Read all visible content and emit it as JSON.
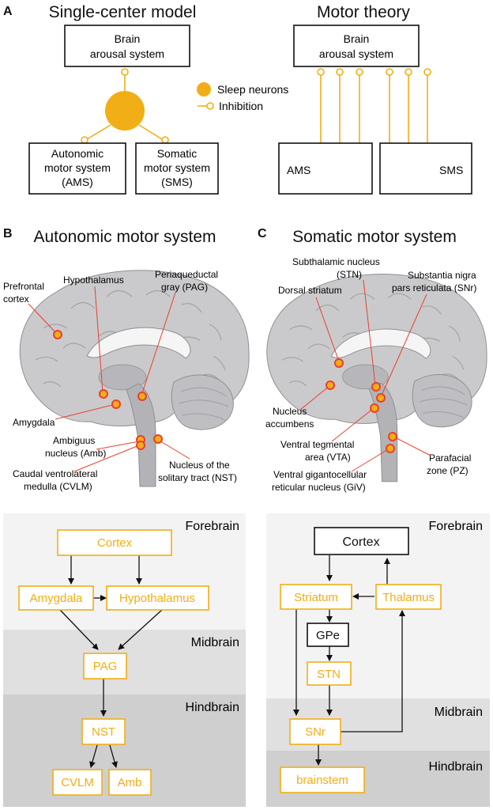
{
  "colors": {
    "accent": "#f2ae16",
    "dot_red": "#e8402c",
    "brain_fill": "#c9c9cb",
    "forebrain_band": "#f3f3f3",
    "midbrain_band": "#e0e0e0",
    "hindbrain_band": "#cfcfcf"
  },
  "panel_a": {
    "letter": "A",
    "left_title": "Single-center model",
    "right_title": "Motor theory",
    "brain_box_line1": "Brain",
    "brain_box_line2": "arousal system",
    "ams_line1": "Autonomic",
    "ams_line2": "motor system",
    "ams_line3": "(AMS)",
    "sms_line1": "Somatic",
    "sms_line2": "motor system",
    "sms_line3": "(SMS)",
    "legend_sleep": "Sleep neurons",
    "legend_inhibition": "Inhibition",
    "ams_short": "AMS",
    "sms_short": "SMS"
  },
  "panel_b": {
    "letter": "B",
    "title": "Autonomic motor system",
    "labels": {
      "prefrontal_1": "Prefrontal",
      "prefrontal_2": "cortex",
      "hypothalamus": "Hypothalamus",
      "pag_1": "Periaqueductal",
      "pag_2": "gray (PAG)",
      "amygdala": "Amygdala",
      "amb_1": "Ambiguus",
      "amb_2": "nucleus (Amb)",
      "cvlm_1": "Caudal ventrolateral",
      "cvlm_2": "medulla (CVLM)",
      "nst_1": "Nucleus of the",
      "nst_2": "solitary tract (NST)"
    },
    "flow": {
      "forebrain": "Forebrain",
      "midbrain": "Midbrain",
      "hindbrain": "Hindbrain",
      "cortex": "Cortex",
      "amygdala": "Amygdala",
      "hypothalamus": "Hypothalamus",
      "pag": "PAG",
      "nst": "NST",
      "cvlm": "CVLM",
      "amb": "Amb"
    }
  },
  "panel_c": {
    "letter": "C",
    "title": "Somatic motor system",
    "labels": {
      "stn_1": "Subthalamic nucleus",
      "stn_2": "(STN)",
      "dorsal_striatum": "Dorsal striatum",
      "snr_1": "Substantia nigra",
      "snr_2": "pars reticulata (SNr)",
      "accumbens_1": "Nucleus",
      "accumbens_2": "accumbens",
      "vta_1": "Ventral tegmental",
      "vta_2": "area (VTA)",
      "giv_1": "Ventral gigantocellular",
      "giv_2": "reticular nucleus (GiV)",
      "pz_1": "Parafacial",
      "pz_2": "zone (PZ)"
    },
    "flow": {
      "forebrain": "Forebrain",
      "midbrain": "Midbrain",
      "hindbrain": "Hindbrain",
      "cortex": "Cortex",
      "striatum": "Striatum",
      "thalamus": "Thalamus",
      "gpe": "GPe",
      "stn": "STN",
      "snr": "SNr",
      "brainstem": "brainstem"
    }
  }
}
